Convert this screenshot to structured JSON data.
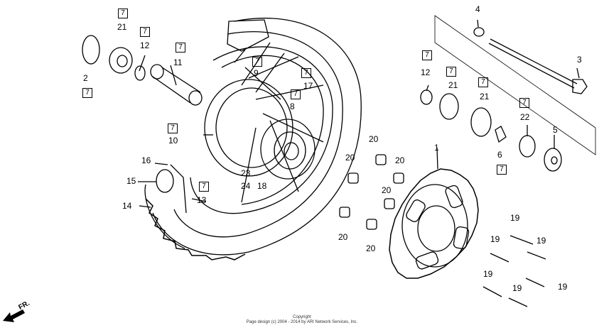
{
  "boxed_label": "7",
  "part_labels": {
    "p1": "1",
    "p2": "2",
    "p3": "3",
    "p4": "4",
    "p5": "5",
    "p6": "6",
    "p8": "8",
    "p9": "9",
    "p10": "10",
    "p11": "11",
    "p12a": "12",
    "p12b": "12",
    "p13": "13",
    "p14": "14",
    "p15": "15",
    "p16": "16",
    "p17": "17",
    "p18": "18",
    "p19a": "19",
    "p19b": "19",
    "p19c": "19",
    "p19d": "19",
    "p19e": "19",
    "p19f": "19",
    "p20a": "20",
    "p20b": "20",
    "p20c": "20",
    "p20d": "20",
    "p20e": "20",
    "p20f": "20",
    "p21a": "21",
    "p21b": "21",
    "p21c": "21",
    "p22": "22",
    "p23": "23",
    "p24": "24"
  },
  "direction_marker": "FR.",
  "copyright": {
    "line1": "Copyright",
    "line2": "Page design (c) 2004 - 2014 by ARI Network Services, Inc."
  }
}
